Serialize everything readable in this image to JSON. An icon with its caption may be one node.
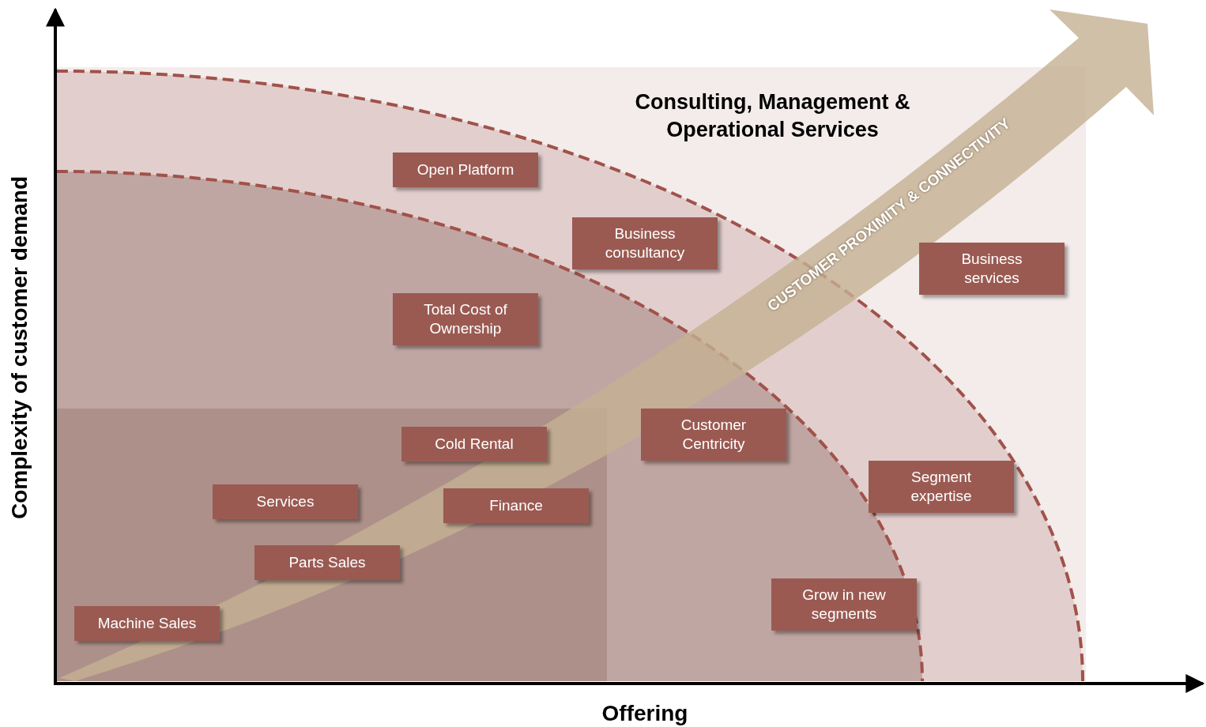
{
  "diagram": {
    "nodes": [
      {
        "text": [
          "Open Platform"
        ]
      },
      {
        "text": [
          "Business consultancy"
        ]
      },
      {
        "text": [
          "Business services"
        ]
      },
      {
        "text": [
          "Total Cost of Ownership"
        ]
      },
      {
        "text": [
          "Customer Centricity"
        ]
      },
      {
        "text": [
          "Cold Rental"
        ]
      },
      {
        "text": [
          "Segment expertise"
        ]
      },
      {
        "text": [
          "Services"
        ]
      },
      {
        "text": [
          "Finance"
        ]
      },
      {
        "text": [
          "Parts Sales"
        ]
      },
      {
        "text": [
          "Grow in new segments"
        ]
      },
      {
        "text": [
          "Machine Sales"
        ]
      }
    ],
    "labels": [
      "Consulting, Management & Operational Services",
      "CUSTOMER PROXIMITY & CONNECTIVITY",
      "Complexity of customer demand",
      "Offering"
    ]
  }
}
